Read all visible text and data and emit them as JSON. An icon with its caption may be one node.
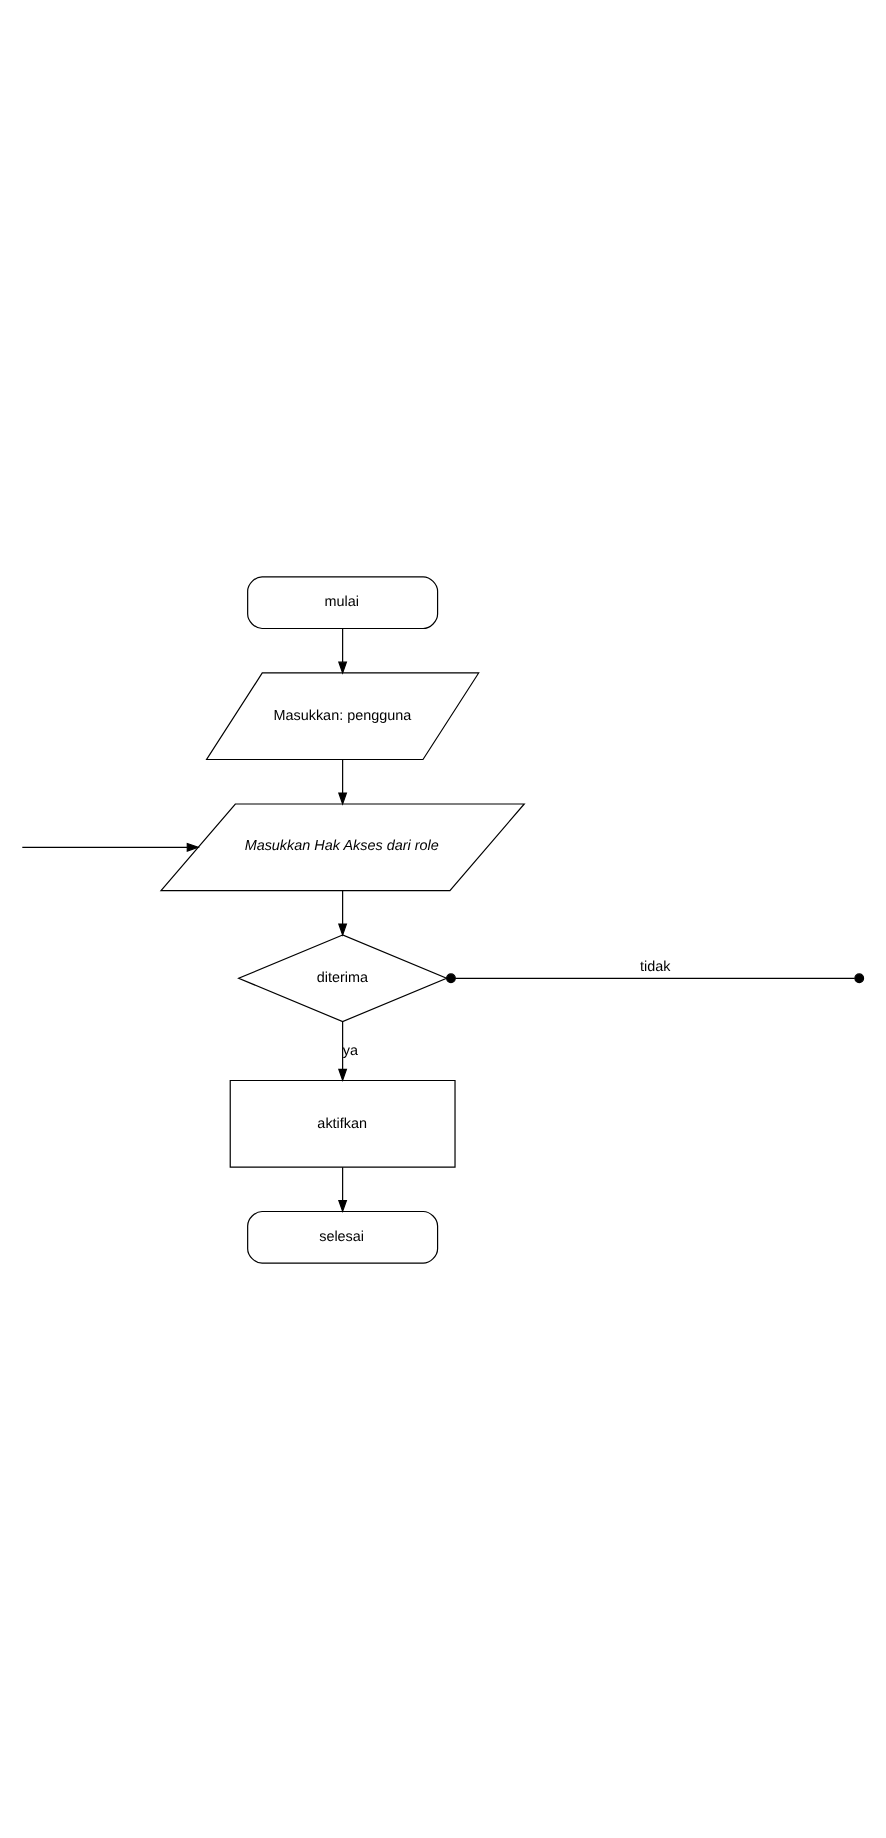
{
  "diagram": {
    "nodes": [
      {
        "text": [
          "mulai"
        ]
      },
      {
        "text": [
          "Masukkan: pengguna"
        ]
      },
      {
        "text": [
          "Masukkan Hak Akses dari role"
        ]
      },
      {
        "text": [
          "diterima"
        ]
      },
      {
        "text": [
          "aktifkan"
        ]
      },
      {
        "text": [
          "selesai"
        ]
      }
    ],
    "edges": [
      {
        "from": 0,
        "to": 1,
        "arrow": "to"
      },
      {
        "from": 1,
        "to": 2,
        "arrow": "to"
      },
      {
        "from": 2,
        "to": 3,
        "arrow": "to"
      },
      {
        "from": 3,
        "to": 4,
        "arrow": "to",
        "label": "ya"
      },
      {
        "from": 4,
        "to": 5,
        "arrow": "to"
      },
      {
        "from": 3,
        "to": null,
        "arrow": "other",
        "label": "tidak"
      },
      {
        "from": null,
        "to": 2,
        "arrow": "to"
      }
    ]
  }
}
